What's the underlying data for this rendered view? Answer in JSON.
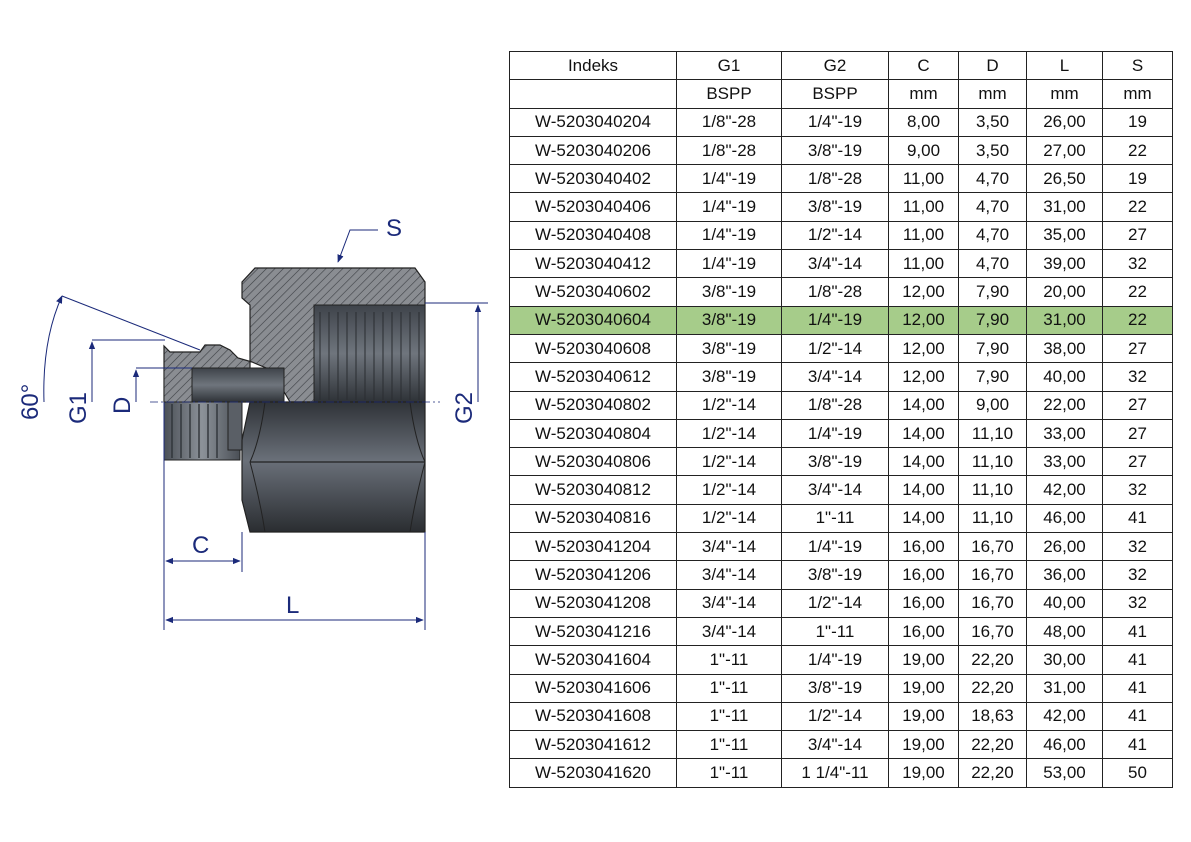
{
  "drawing": {
    "labels": {
      "s": "S",
      "g1": "G1",
      "d": "D",
      "g2": "G2",
      "angle": "60°",
      "c": "C",
      "l": "L"
    },
    "dim_color": "#1b2a7a"
  },
  "table": {
    "highlight_color": "#a6cc8a",
    "highlight_index": "W-5203040604",
    "headers": [
      "Indeks",
      "G1",
      "G2",
      "C",
      "D",
      "L",
      "S"
    ],
    "units": [
      "",
      "BSPP",
      "BSPP",
      "mm",
      "mm",
      "mm",
      "mm"
    ],
    "rows": [
      [
        "W-5203040204",
        "1/8\"-28",
        "1/4\"-19",
        "8,00",
        "3,50",
        "26,00",
        "19"
      ],
      [
        "W-5203040206",
        "1/8\"-28",
        "3/8\"-19",
        "9,00",
        "3,50",
        "27,00",
        "22"
      ],
      [
        "W-5203040402",
        "1/4\"-19",
        "1/8\"-28",
        "11,00",
        "4,70",
        "26,50",
        "19"
      ],
      [
        "W-5203040406",
        "1/4\"-19",
        "3/8\"-19",
        "11,00",
        "4,70",
        "31,00",
        "22"
      ],
      [
        "W-5203040408",
        "1/4\"-19",
        "1/2\"-14",
        "11,00",
        "4,70",
        "35,00",
        "27"
      ],
      [
        "W-5203040412",
        "1/4\"-19",
        "3/4\"-14",
        "11,00",
        "4,70",
        "39,00",
        "32"
      ],
      [
        "W-5203040602",
        "3/8\"-19",
        "1/8\"-28",
        "12,00",
        "7,90",
        "20,00",
        "22"
      ],
      [
        "W-5203040604",
        "3/8\"-19",
        "1/4\"-19",
        "12,00",
        "7,90",
        "31,00",
        "22"
      ],
      [
        "W-5203040608",
        "3/8\"-19",
        "1/2\"-14",
        "12,00",
        "7,90",
        "38,00",
        "27"
      ],
      [
        "W-5203040612",
        "3/8\"-19",
        "3/4\"-14",
        "12,00",
        "7,90",
        "40,00",
        "32"
      ],
      [
        "W-5203040802",
        "1/2\"-14",
        "1/8\"-28",
        "14,00",
        "9,00",
        "22,00",
        "27"
      ],
      [
        "W-5203040804",
        "1/2\"-14",
        "1/4\"-19",
        "14,00",
        "11,10",
        "33,00",
        "27"
      ],
      [
        "W-5203040806",
        "1/2\"-14",
        "3/8\"-19",
        "14,00",
        "11,10",
        "33,00",
        "27"
      ],
      [
        "W-5203040812",
        "1/2\"-14",
        "3/4\"-14",
        "14,00",
        "11,10",
        "42,00",
        "32"
      ],
      [
        "W-5203040816",
        "1/2\"-14",
        "1\"-11",
        "14,00",
        "11,10",
        "46,00",
        "41"
      ],
      [
        "W-5203041204",
        "3/4\"-14",
        "1/4\"-19",
        "16,00",
        "16,70",
        "26,00",
        "32"
      ],
      [
        "W-5203041206",
        "3/4\"-14",
        "3/8\"-19",
        "16,00",
        "16,70",
        "36,00",
        "32"
      ],
      [
        "W-5203041208",
        "3/4\"-14",
        "1/2\"-14",
        "16,00",
        "16,70",
        "40,00",
        "32"
      ],
      [
        "W-5203041216",
        "3/4\"-14",
        "1\"-11",
        "16,00",
        "16,70",
        "48,00",
        "41"
      ],
      [
        "W-5203041604",
        "1\"-11",
        "1/4\"-19",
        "19,00",
        "22,20",
        "30,00",
        "41"
      ],
      [
        "W-5203041606",
        "1\"-11",
        "3/8\"-19",
        "19,00",
        "22,20",
        "31,00",
        "41"
      ],
      [
        "W-5203041608",
        "1\"-11",
        "1/2\"-14",
        "19,00",
        "18,63",
        "42,00",
        "41"
      ],
      [
        "W-5203041612",
        "1\"-11",
        "3/4\"-14",
        "19,00",
        "22,20",
        "46,00",
        "41"
      ],
      [
        "W-5203041620",
        "1\"-11",
        "1 1/4\"-11",
        "19,00",
        "22,20",
        "53,00",
        "50"
      ]
    ]
  }
}
